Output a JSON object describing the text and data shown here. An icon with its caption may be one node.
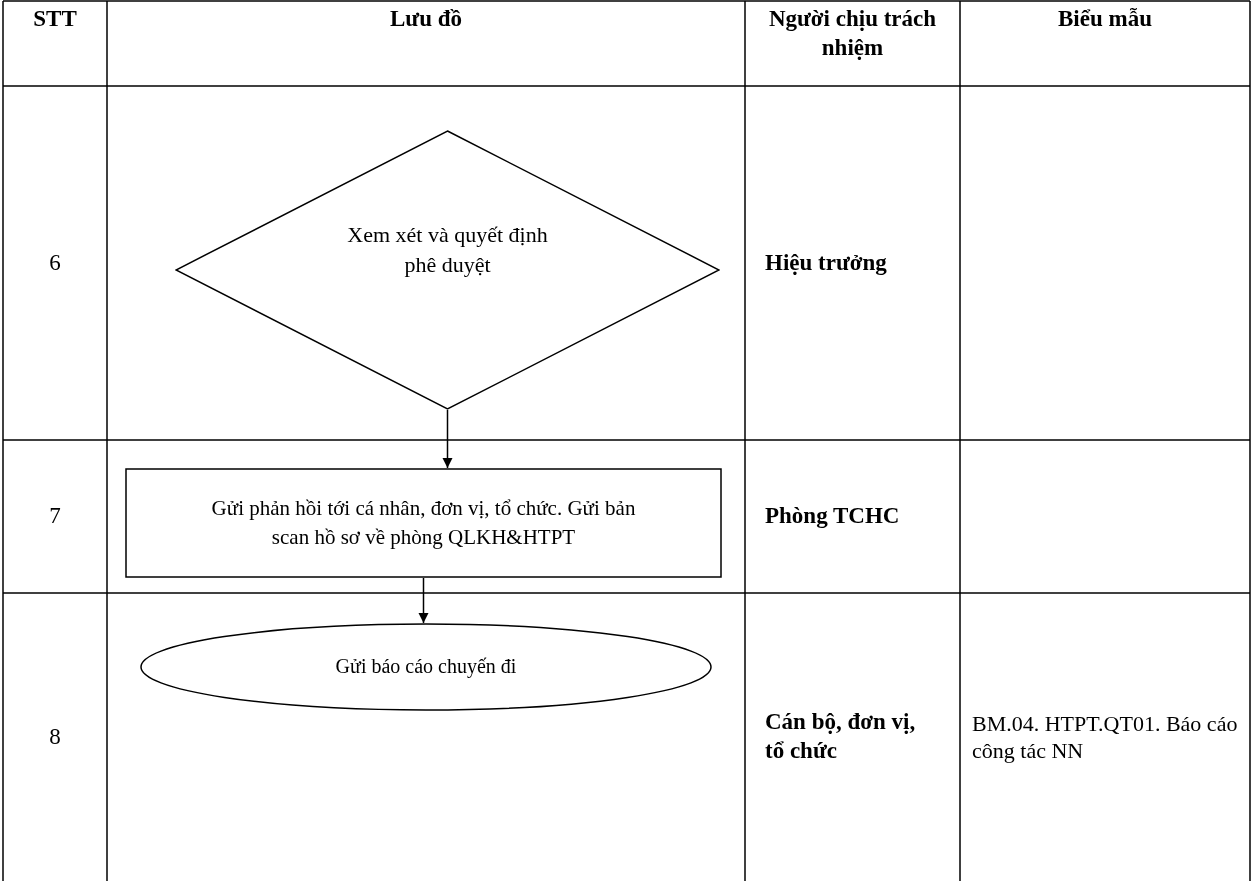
{
  "diagram": {
    "nodes": [
      {
        "text": [
          "Xem xét và quyết định phê duyệt"
        ]
      },
      {
        "text": [
          "Gửi phản hồi tới cá nhân, đơn vị, tổ chức. Gửi bản scan hồ sơ về phòng QLKH&HTPT"
        ]
      },
      {
        "text": [
          "Gửi báo cáo chuyến đi"
        ]
      }
    ],
    "edges": [
      {
        "from": 0,
        "to": 1,
        "arrow": "to"
      },
      {
        "from": 1,
        "to": 2,
        "arrow": "to"
      }
    ],
    "labels": [
      "STT",
      "Lưu đồ",
      "Người chịu trách nhiệm",
      "Biểu mẫu",
      "6",
      "Hiệu trưởng",
      "7",
      "Phòng TCHC",
      "8",
      "Cán bộ, đơn vị, tổ chức",
      "BM.04. HTPT.QT01. Báo cáo công tác NN"
    ]
  }
}
